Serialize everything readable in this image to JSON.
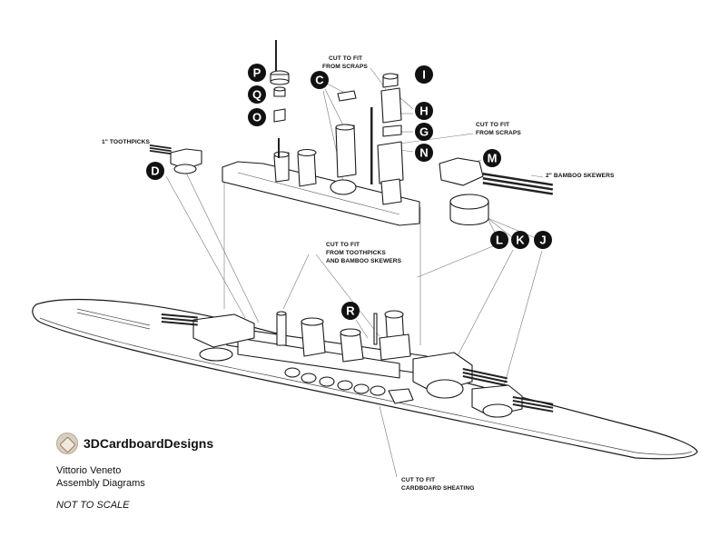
{
  "brand": {
    "name": "3DCardboardDesigns"
  },
  "diagram": {
    "ship_name": "Vittorio Veneto",
    "subtitle": "Assembly Diagrams",
    "scale_note": "NOT TO SCALE"
  },
  "labels": {
    "P": "P",
    "Q": "Q",
    "O": "O",
    "C": "C",
    "I": "I",
    "H": "H",
    "G": "G",
    "N": "N",
    "M": "M",
    "D": "D",
    "L": "L",
    "K": "K",
    "J": "J",
    "R": "R"
  },
  "notes": {
    "scraps_1_line1": "CUT TO FIT",
    "scraps_1_line2": "FROM SCRAPS",
    "scraps_2_line1": "CUT TO FIT",
    "scraps_2_line2": "FROM SCRAPS",
    "toothpicks": "1\" TOOTHPICKS",
    "bamboo": "2\" BAMBOO SKEWERS",
    "tp_bamboo_line1": "CUT TO FIT",
    "tp_bamboo_line2": "FROM TOOTHPICKS",
    "tp_bamboo_line3": "AND BAMBOO SKEWERS",
    "sheathing_line1": "CUT TO FIT",
    "sheathing_line2": "CARDBOARD SHEATING"
  }
}
